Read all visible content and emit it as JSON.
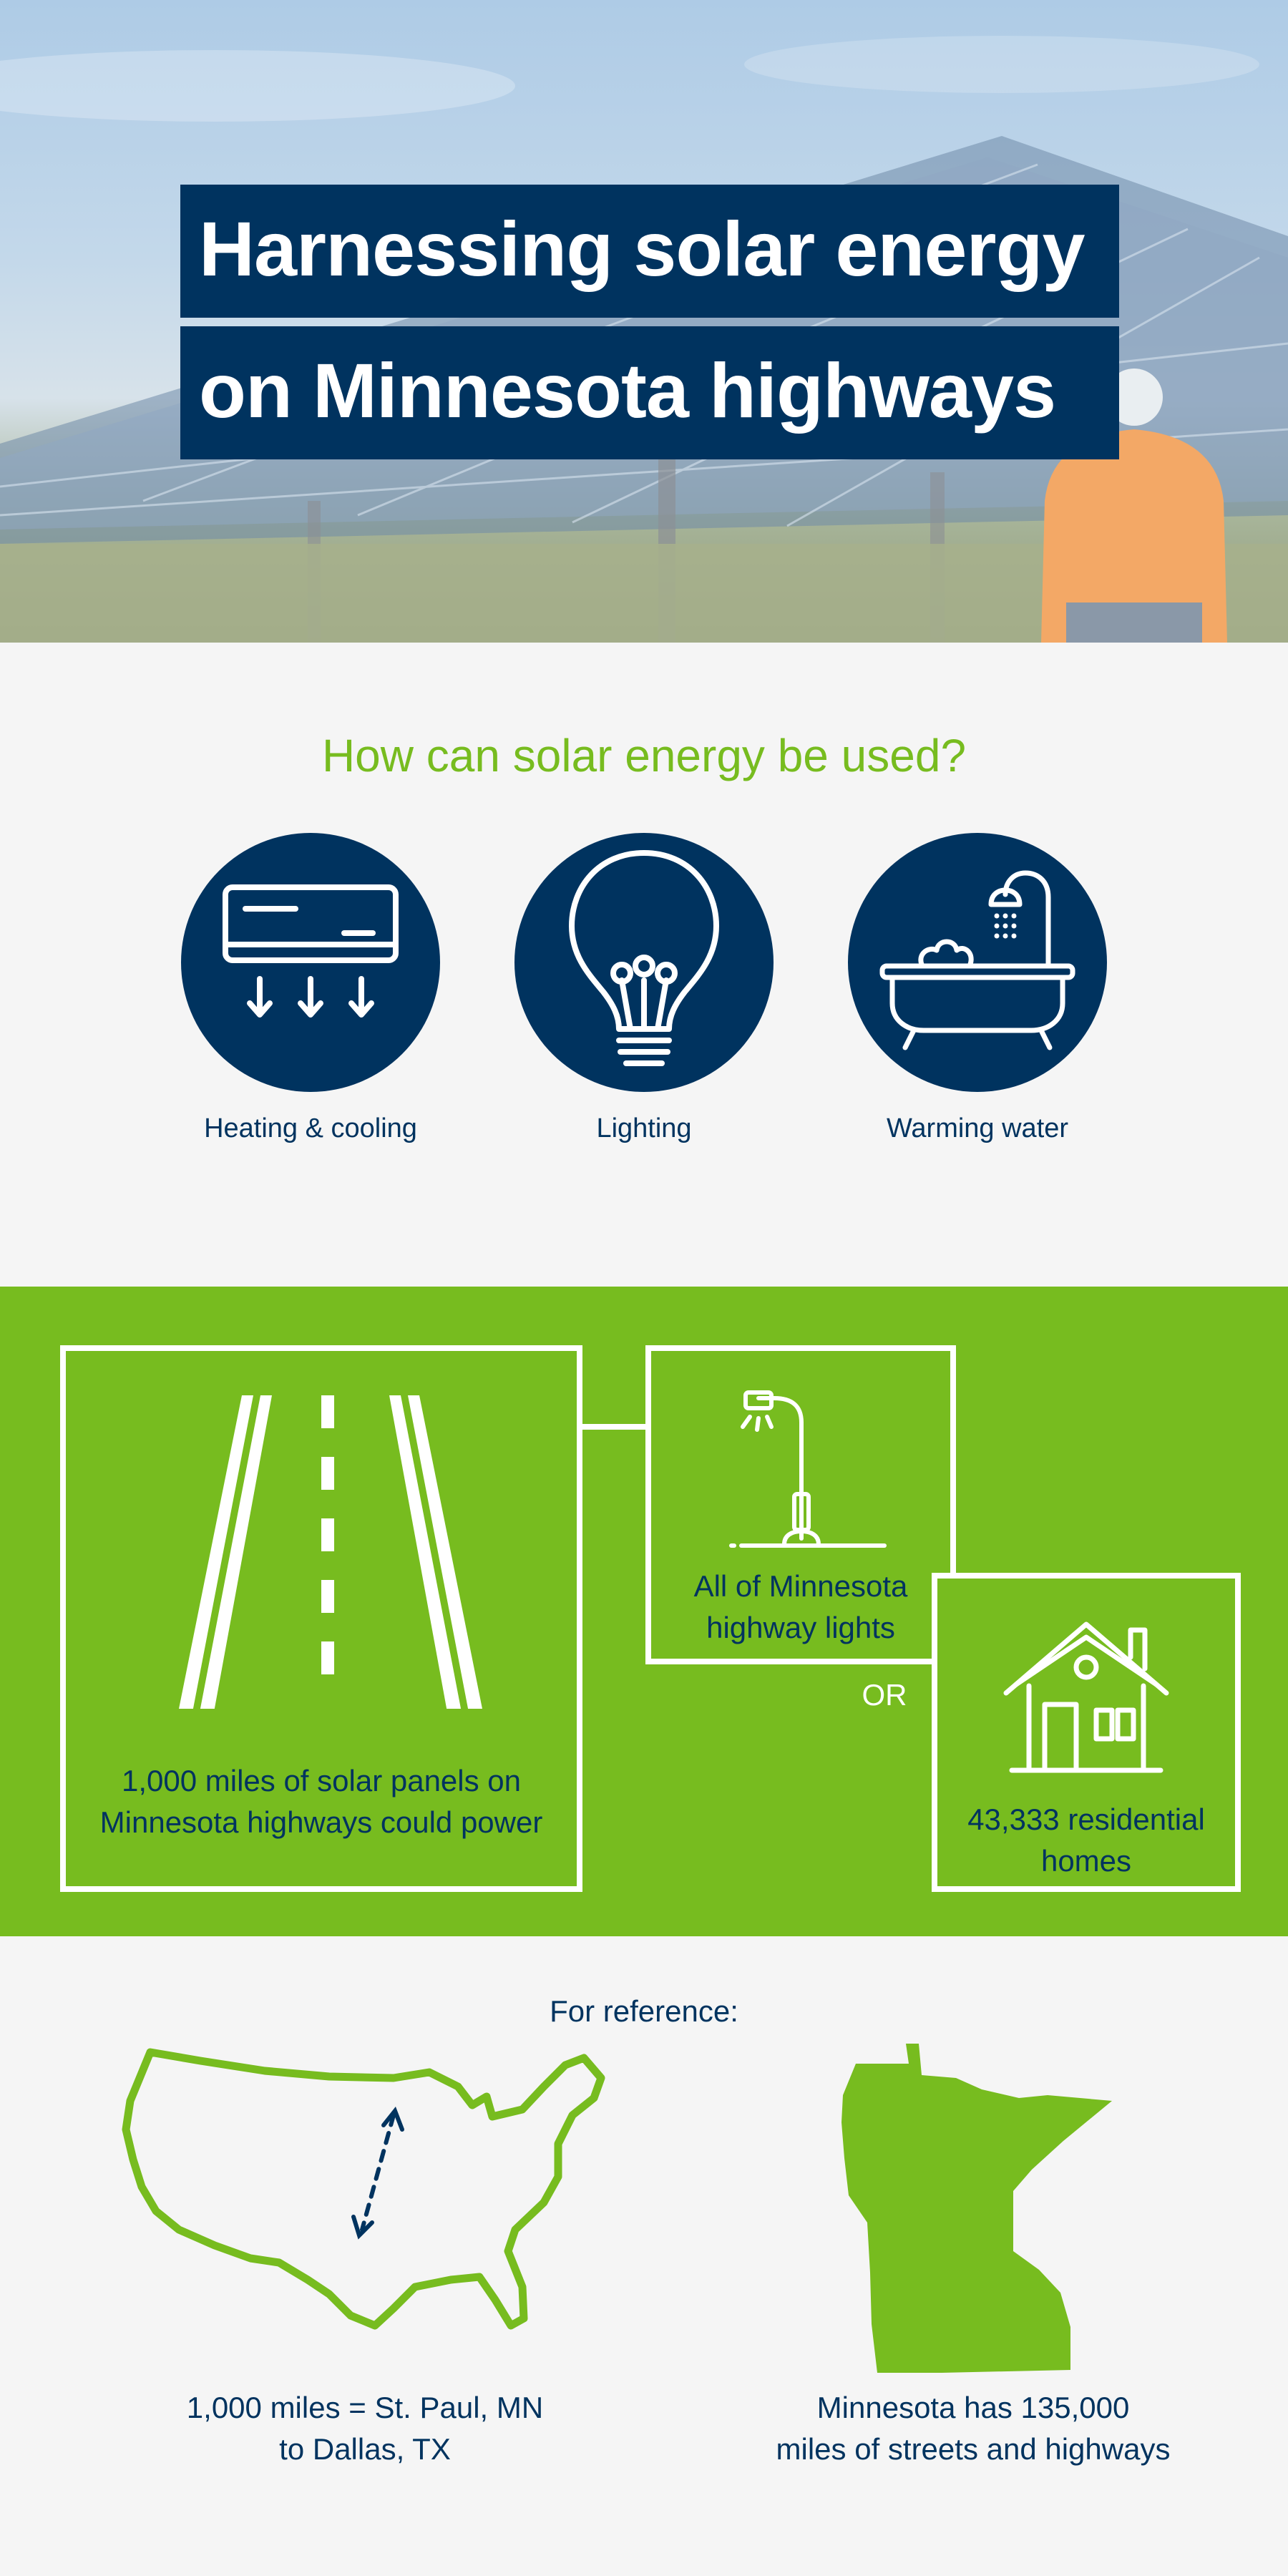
{
  "hero": {
    "title_line1": "Harnessing solar energy",
    "title_line2": "on Minnesota highways"
  },
  "uses": {
    "heading": "How can solar energy be used?",
    "items": [
      {
        "label": "Heating & cooling",
        "icon": "air-conditioner-icon"
      },
      {
        "label": "Lighting",
        "icon": "lightbulb-icon"
      },
      {
        "label": "Warming water",
        "icon": "bathtub-icon"
      }
    ]
  },
  "power": {
    "highway_text": "1,000 miles of solar panels on Minnesota highways could power",
    "lights_text": "All of Minnesota highway lights",
    "or_label": "OR",
    "homes_text": "43,333 residential homes"
  },
  "reference": {
    "heading": "For reference:",
    "distance_text_line1": "1,000 miles = St. Paul, MN",
    "distance_text_line2": "to Dallas, TX",
    "mn_text_line1": "Minnesota has 135,000",
    "mn_text_line2": "miles of streets and highways"
  },
  "colors": {
    "navy": "#00335f",
    "green": "#77bc1f",
    "light_gray": "#f5f5f5",
    "white": "#ffffff"
  }
}
